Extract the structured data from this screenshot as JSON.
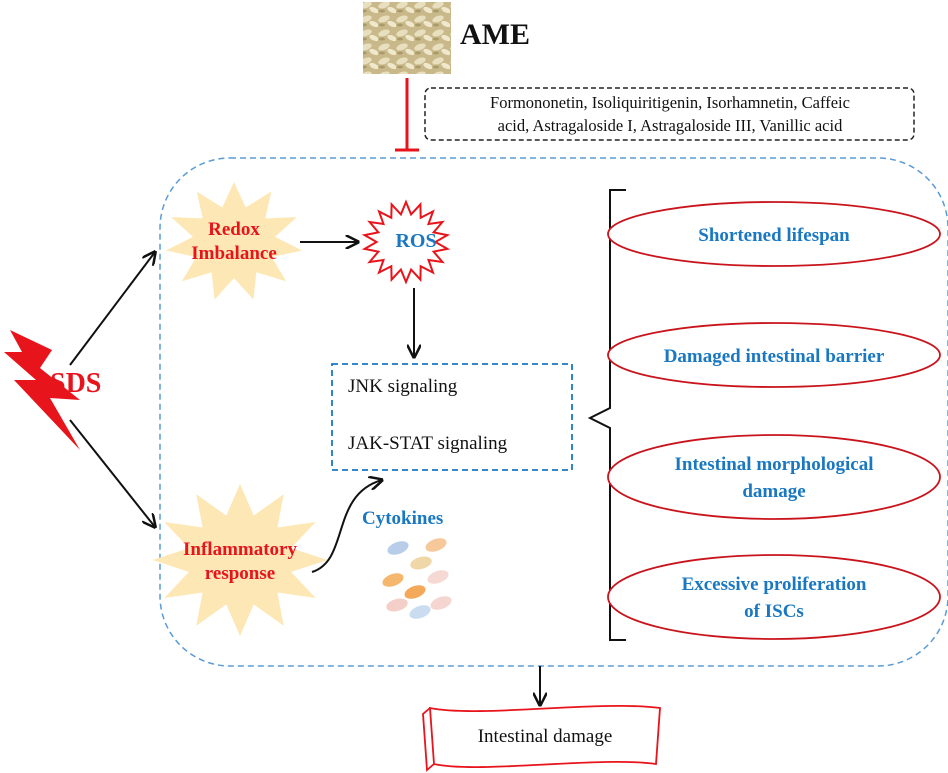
{
  "ame": {
    "title": "AME",
    "compounds_line1": "Formononetin, Isoliquiritigenin, Isorhamnetin, Caffeic",
    "compounds_line2": "acid, Astragaloside I, Astragaloside III, Vanillic acid"
  },
  "sds": {
    "label": "SDS"
  },
  "redox": {
    "line1": "Redox",
    "line2": "Imbalance"
  },
  "ros": {
    "label": "ROS"
  },
  "inflammatory": {
    "line1": "Inflammatory",
    "line2": "response"
  },
  "cytokines": {
    "label": "Cytokines"
  },
  "signaling": {
    "jnk": "JNK signaling",
    "jak": "JAK-STAT signaling"
  },
  "outcomes": [
    {
      "line1": "Shortened lifespan",
      "line2": ""
    },
    {
      "line1": "Damaged intestinal barrier",
      "line2": ""
    },
    {
      "line1": "Intestinal morphological",
      "line2": "damage"
    },
    {
      "line1": "Excessive proliferation",
      "line2": "of ISCs"
    }
  ],
  "result": {
    "label": "Intestinal damage"
  },
  "colors": {
    "red": "#e8141c",
    "blue": "#1a78c2",
    "dashed_border": "#5b9bd5",
    "starburst": "#fde7b4"
  },
  "icons": {
    "ame": "seed-slices-photo",
    "sds": "lightning-bolt-icon",
    "cytokines": "colored-ovals-icon"
  }
}
